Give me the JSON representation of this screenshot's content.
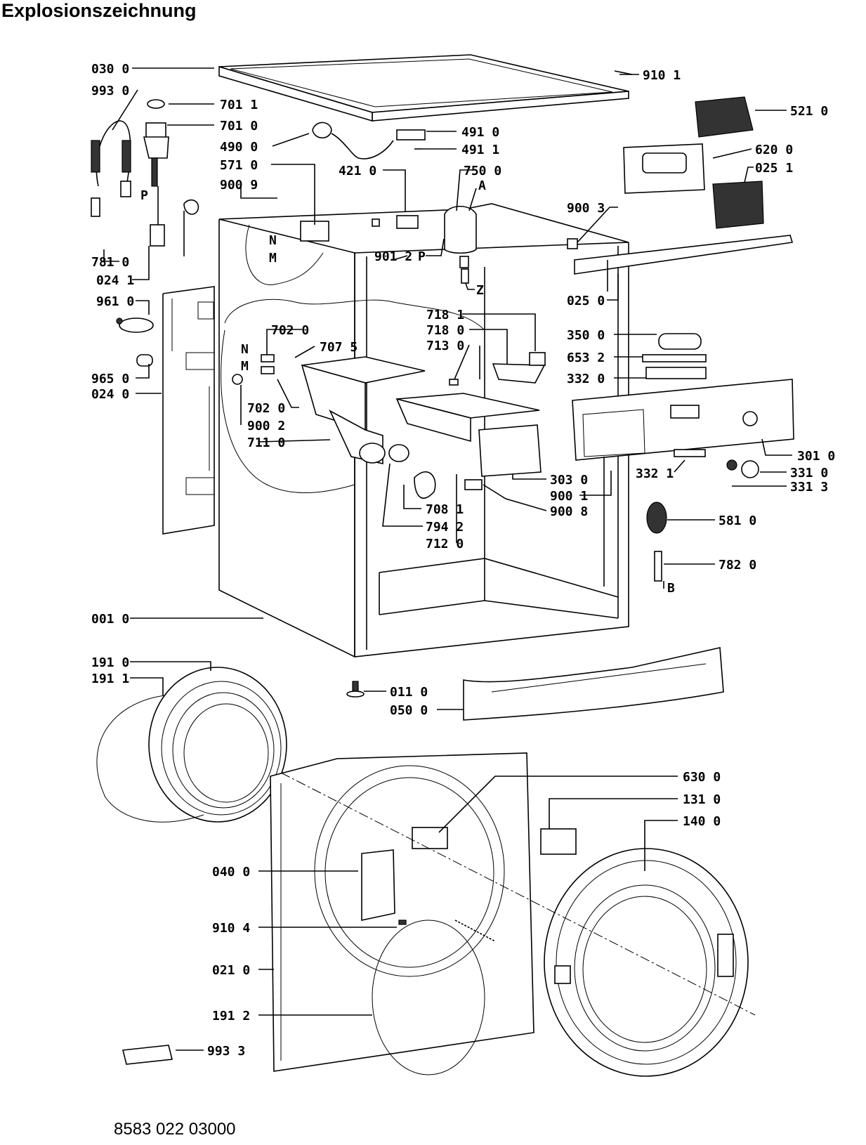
{
  "title": "Explosionszeichnung",
  "document_number": "8583 022 03000",
  "callouts": [
    "030 0",
    "993 0",
    "701 1",
    "701 0",
    "490 0",
    "571 0",
    "900 9",
    "910 1",
    "521 0",
    "491 0",
    "491 1",
    "620 0",
    "421 0",
    "750 0",
    "025 1",
    "A",
    "P",
    "N",
    "M",
    "900 3",
    "781 0",
    "024 1",
    "901 2",
    "P",
    "Z",
    "025 0",
    "961 0",
    "718 1",
    "718 0",
    "713 0",
    "702 0",
    "707 5",
    "N",
    "M",
    "350 0",
    "653 2",
    "332 0",
    "965 0",
    "024 0",
    "702 0",
    "900 2",
    "711 0",
    "301 0",
    "332 1",
    "331 0",
    "331 3",
    "303 0",
    "900 1",
    "708 1",
    "900 8",
    "794 2",
    "712 0",
    "581 0",
    "782 0",
    "B",
    "001 0",
    "191 0",
    "191 1",
    "011 0",
    "050 0",
    "630 0",
    "131 0",
    "140 0",
    "040 0",
    "910 4",
    "021 0",
    "191 2",
    "993 3"
  ]
}
